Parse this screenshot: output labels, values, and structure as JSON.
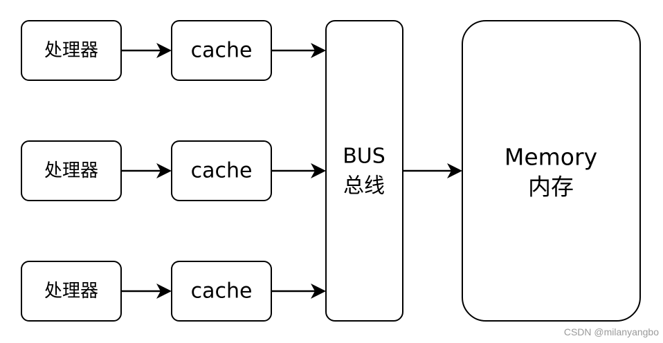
{
  "processors": [
    "处理器",
    "处理器",
    "处理器"
  ],
  "caches": [
    "cache",
    "cache",
    "cache"
  ],
  "bus": {
    "line1": "BUS",
    "line2": "总线"
  },
  "memory": {
    "line1": "Memory",
    "line2": "内存"
  },
  "watermark": "CSDN @milanyangbo",
  "colors": {
    "stroke": "#000000",
    "fill": "#ffffff",
    "watermark": "#9a9a9a"
  }
}
